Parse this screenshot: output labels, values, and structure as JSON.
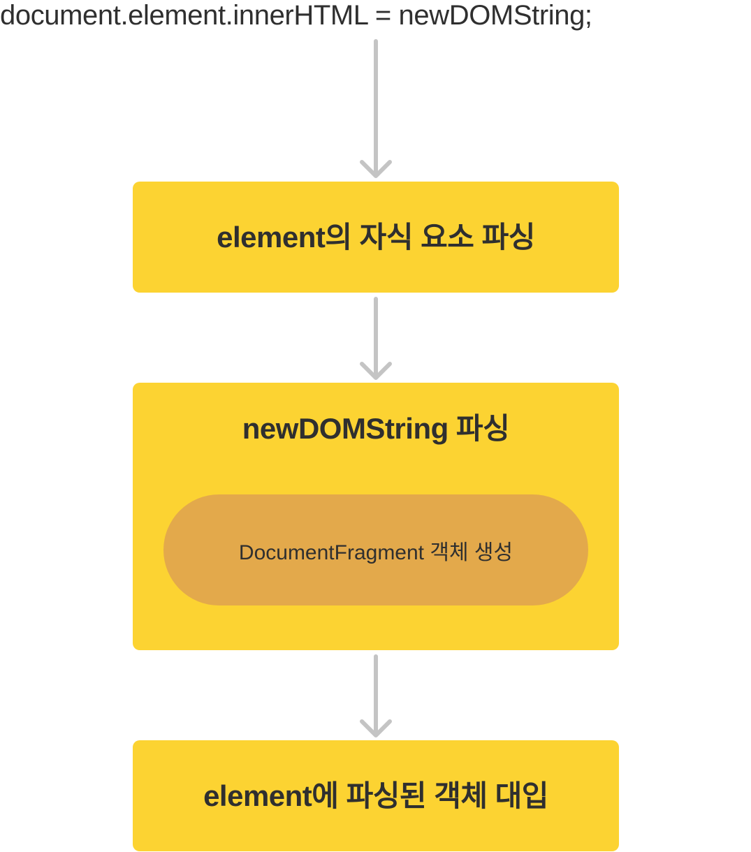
{
  "code_line": "document.element.innerHTML = newDOMString;",
  "colors": {
    "box_fill": "#fcd332",
    "pill_fill": "#e3a94b",
    "arrow": "#c4c4c4",
    "text": "#2f2f2f"
  },
  "steps": [
    {
      "label": "element의 자식 요소 파싱"
    },
    {
      "label": "newDOMString 파싱",
      "sub_step": "DocumentFragment 객체 생성"
    },
    {
      "label": "element에 파싱된 객체 대입"
    }
  ]
}
